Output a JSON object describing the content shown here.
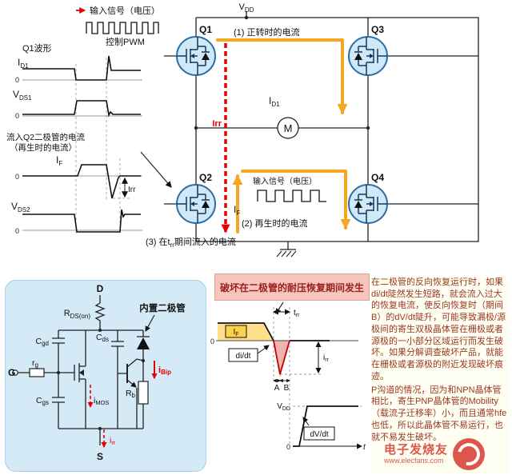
{
  "colors": {
    "accent_orange": "#f5a623",
    "accent_red": "#e60000",
    "panel_blue": "#d4eaf7",
    "header_pink": "#f6c5bd",
    "fill_yellow": "#ffdf8c",
    "fill_pink": "#f0b4b0",
    "mosfet_blue": "#cfe9f8",
    "watermark_red": "#d63a2f"
  },
  "pwm_block": {
    "input_signal_label": "输入信号（电压）",
    "control_label": "控制PWM"
  },
  "waveforms": {
    "title": "Q1波形",
    "id1": {
      "base": "I",
      "sub": "D1"
    },
    "vds1": {
      "base": "V",
      "sub": "DS1"
    },
    "flow_text_line1": "流入Q2二极管的电流",
    "flow_text_line2": "（再生时的电流）",
    "if": {
      "base": "I",
      "sub": "F"
    },
    "irr_label": "Irr",
    "vds2": {
      "base": "V",
      "sub": "DS2"
    },
    "zero": "0"
  },
  "bridge": {
    "vdd": {
      "base": "V",
      "sub": "DD"
    },
    "q1": "Q1",
    "q2": "Q2",
    "q3": "Q3",
    "q4": "Q4",
    "motor": "M",
    "note1": "(1) 正转时的电流",
    "id1": {
      "base": "I",
      "sub": "D1"
    },
    "irr": "Irr",
    "input_signal_label": "输入信号（电压）",
    "if": {
      "base": "I",
      "sub": "F"
    },
    "note2": "(2) 再生时的电流",
    "note3_prefix": "(3) 在",
    "note3_t": "t",
    "note3_t_sub": "rr",
    "note3_suffix": "期间流入的电流"
  },
  "equivalent_circuit": {
    "d": "D",
    "g": "G",
    "s": "S",
    "rdson": {
      "base": "R",
      "sub": "DS(on)"
    },
    "builtin_diode_label": "内置二极管",
    "cgd": {
      "base": "C",
      "sub": "gd"
    },
    "cds": {
      "base": "C",
      "sub": "ds"
    },
    "cgs": {
      "base": "C",
      "sub": "gs"
    },
    "rg": {
      "base": "r",
      "sub": "g"
    },
    "rb": {
      "base": "R",
      "sub": "b"
    },
    "imos": {
      "base": "i",
      "sub": "MOS"
    },
    "ibip": {
      "base": "i",
      "sub": "Bip"
    },
    "irr": {
      "base": "i",
      "sub": "rr"
    }
  },
  "recovery": {
    "header": "破坏在二极管的耐压恢复期间发生",
    "if": {
      "base": "I",
      "sub": "F"
    },
    "trr": {
      "base": "t",
      "sub": "rr"
    },
    "didt": "di/dt",
    "irr": {
      "base": "i",
      "sub": "rr"
    },
    "period_a": "A",
    "period_b": "B",
    "vdd": {
      "base": "V",
      "sub": "DD"
    },
    "dvdt": "dV/dt",
    "t_axis": "t",
    "zero": "0"
  },
  "description": {
    "para1": "在二极管的反向恢复运行时，如果di/dt陡然发生短路，就会流入过大的恢复电流，使反向恢复时（期间B）的dV/dt陡升，可能导致漏极/源极间的寄生双极晶体管在栅极或者源极的一小部分区域运行而发生破坏。如果分解调查破坏产品，就能在栅极或者源极的附近发现破坏痕迹。",
    "para2": "P沟道的情况，因为和NPN晶体管相比，寄生PNP晶体管的Mobility（载流子迁移率）小，而且通常hfe也低，所以此晶体管不易运行，也就不易发生破坏。"
  },
  "watermark": {
    "site_name": "电子发烧友",
    "site_url": "www.elecfans.com"
  }
}
